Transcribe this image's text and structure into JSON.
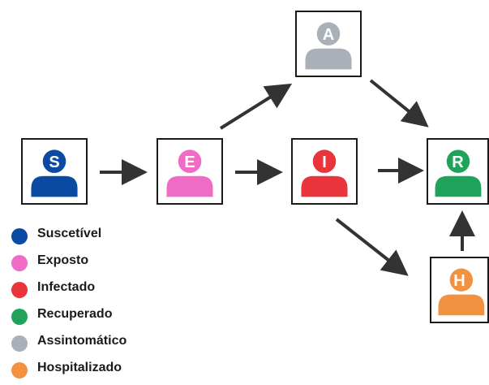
{
  "nodes": {
    "s": {
      "letter": "S",
      "color": "#0b4aa2"
    },
    "e": {
      "letter": "E",
      "color": "#f06bc5"
    },
    "i": {
      "letter": "I",
      "color": "#e8343a"
    },
    "r": {
      "letter": "R",
      "color": "#1fa35a"
    },
    "a": {
      "letter": "A",
      "color": "#a9b0b7"
    },
    "h": {
      "letter": "H",
      "color": "#f2913f"
    }
  },
  "edges": [
    {
      "from": "S",
      "to": "E"
    },
    {
      "from": "E",
      "to": "I"
    },
    {
      "from": "E",
      "to": "A"
    },
    {
      "from": "I",
      "to": "R"
    },
    {
      "from": "A",
      "to": "R"
    },
    {
      "from": "I",
      "to": "H"
    },
    {
      "from": "H",
      "to": "R"
    }
  ],
  "legend": [
    {
      "label": "Suscetível",
      "color": "#0b4aa2"
    },
    {
      "label": "Exposto",
      "color": "#f06bc5"
    },
    {
      "label": "Infectado",
      "color": "#e8343a"
    },
    {
      "label": "Recuperado",
      "color": "#1fa35a"
    },
    {
      "label": "Assintomático",
      "color": "#a9b0b7"
    },
    {
      "label": "Hospitalizado",
      "color": "#f2913f"
    }
  ]
}
